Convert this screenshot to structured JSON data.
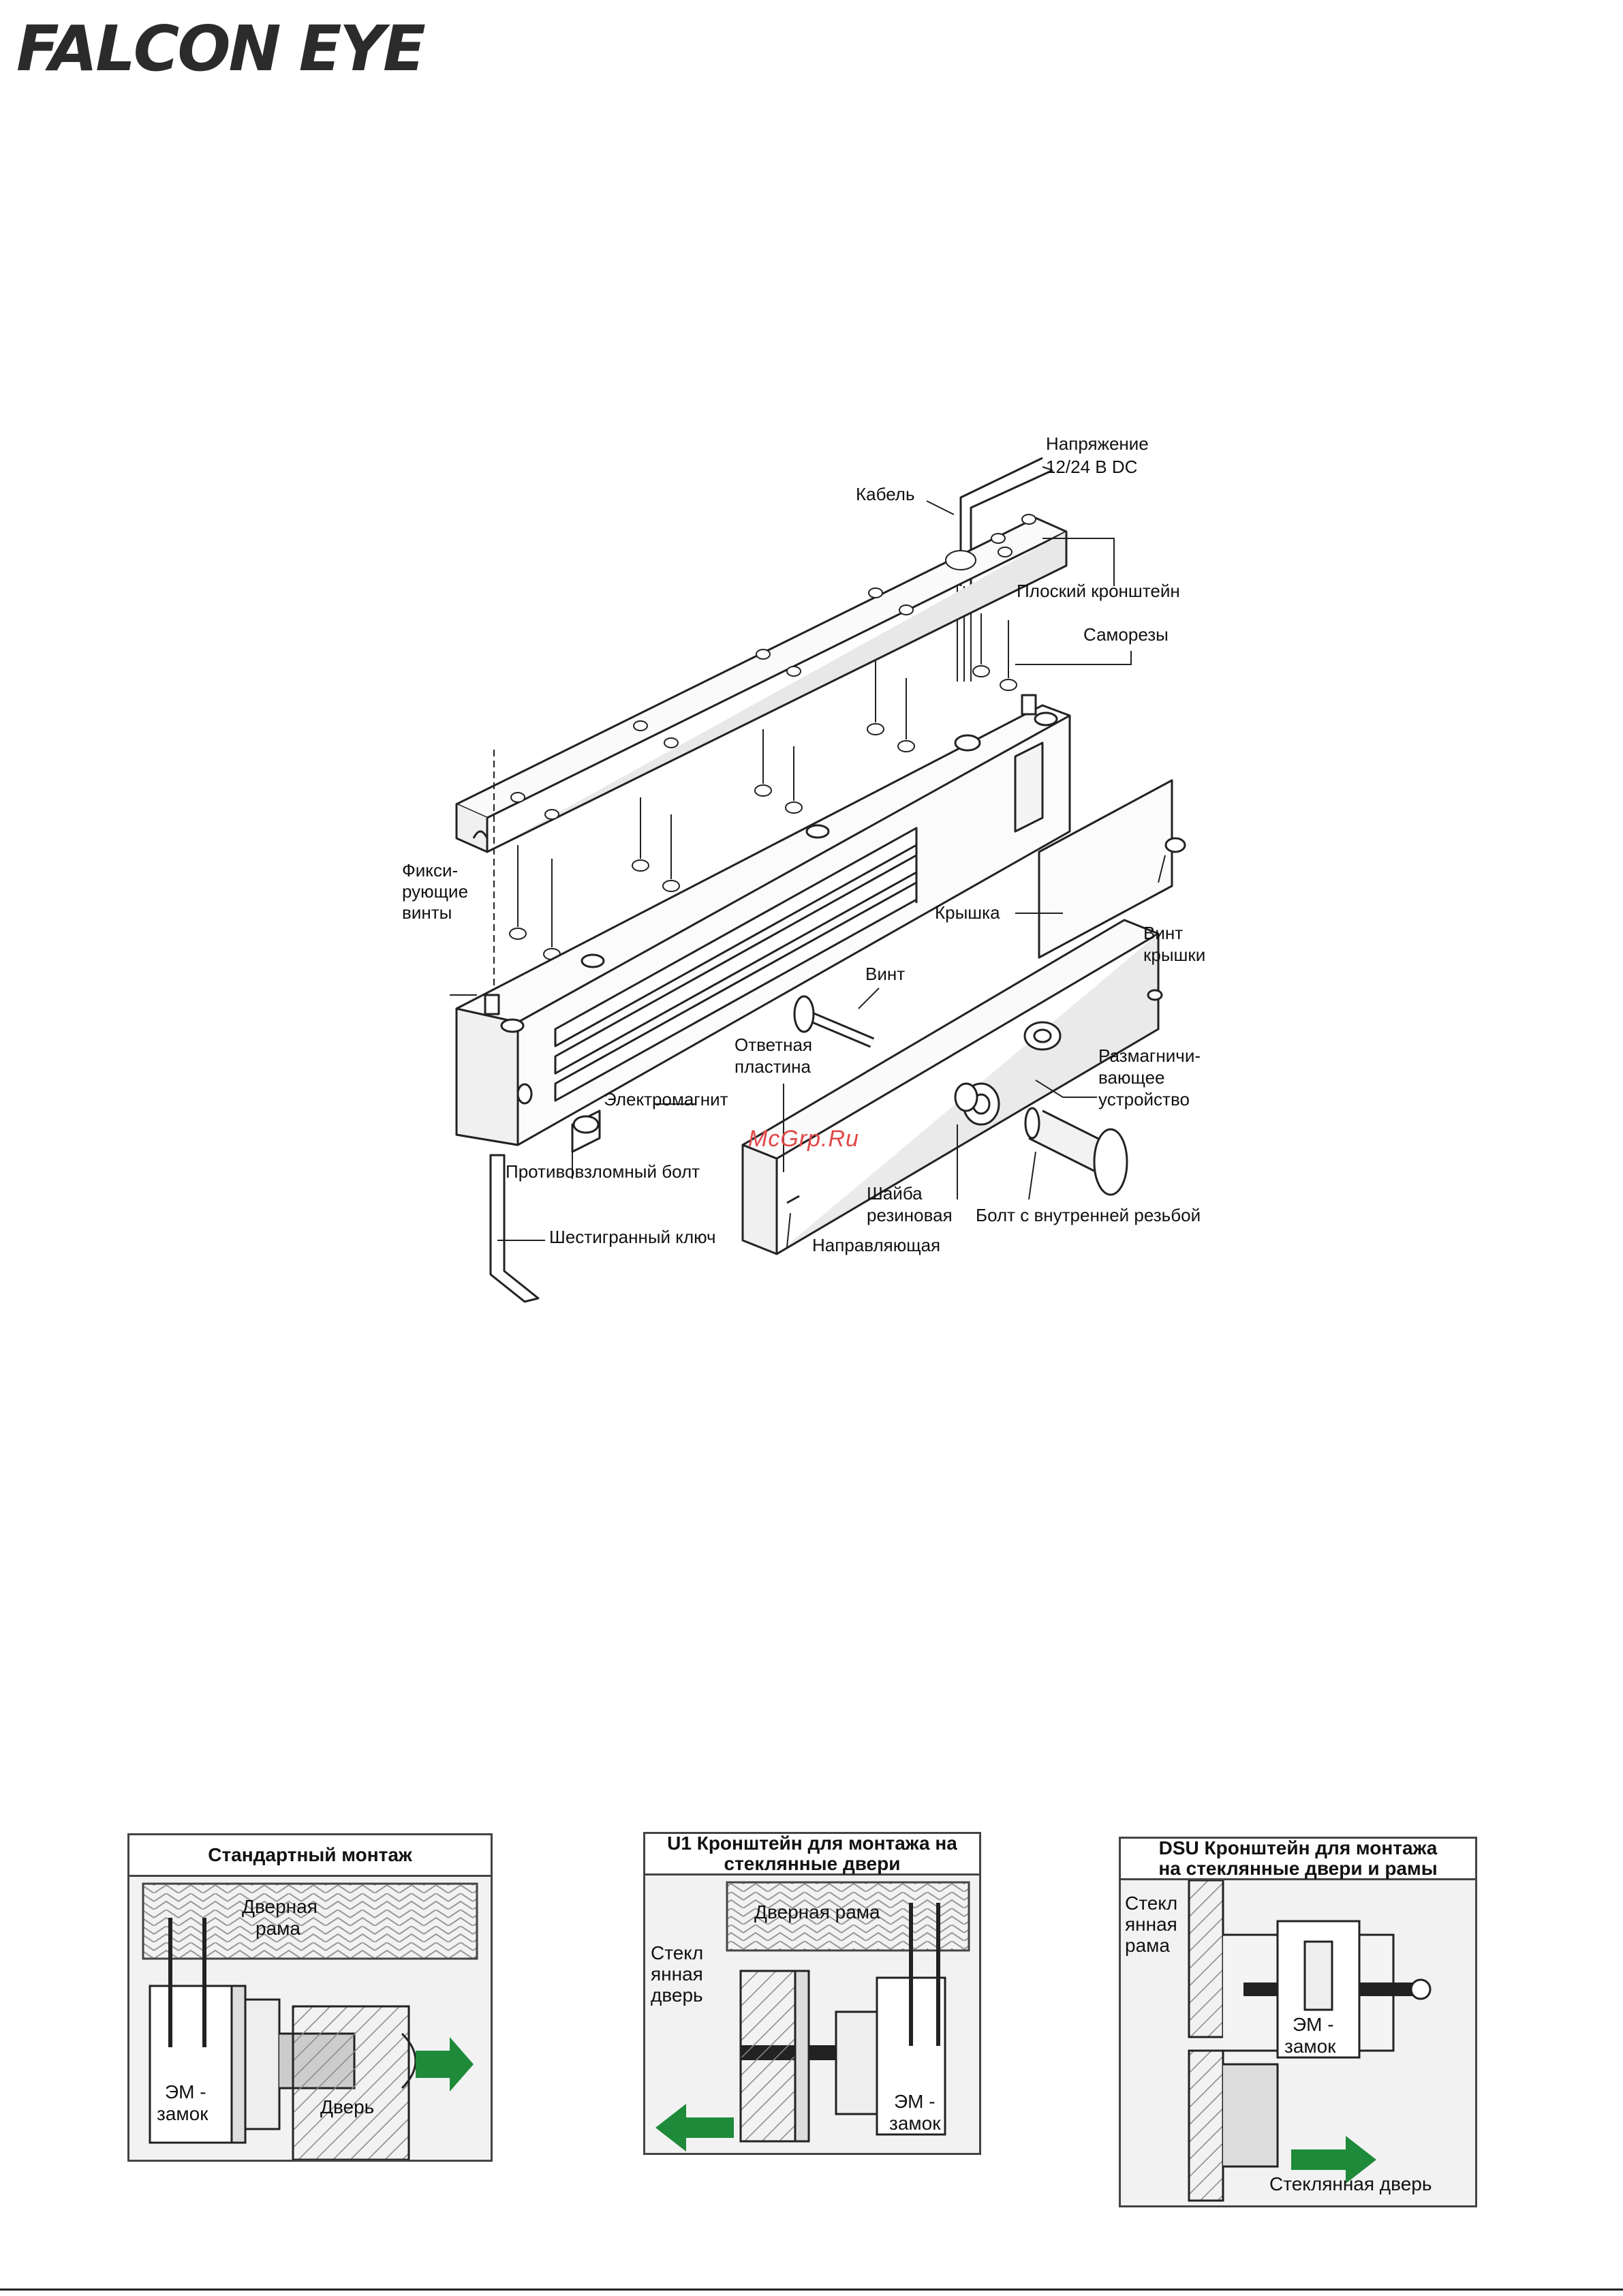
{
  "brand": {
    "logo_text": "FALCON EYE"
  },
  "watermark": "McGrp.Ru",
  "exploded_view": {
    "labels": {
      "voltage_line1": "Напряжение",
      "voltage_line2": "12/24 В DC",
      "cable": "Кабель",
      "flat_bracket": "Плоский кронштейн",
      "self_tapping_screws": "Саморезы",
      "fixing_screws_line1": "Фикси-",
      "fixing_screws_line2": "рующие",
      "fixing_screws_line3": "винты",
      "cover": "Крышка",
      "cover_screw_line1": "Винт",
      "cover_screw_line2": "крышки",
      "screw": "Винт",
      "armature_plate_line1": "Ответная",
      "armature_plate_line2": "пластина",
      "electromagnet": "Электромагнит",
      "demagnetizer_line1": "Размагничи-",
      "demagnetizer_line2": "вающее",
      "demagnetizer_line3": "устройство",
      "anti_tamper_bolt": "Противовзломный болт",
      "rubber_washer_line1": "Шайба",
      "rubber_washer_line2": "резиновая",
      "threaded_bolt": "Болт с внутренней резьбой",
      "hex_key": "Шестигранный ключ",
      "guide": "Направляющая"
    }
  },
  "mounting": {
    "standard": {
      "title": "Стандартный монтаж",
      "door_frame_line1": "Дверная",
      "door_frame_line2": "рама",
      "em_lock_line1": "ЭМ -",
      "em_lock_line2": "замок",
      "door": "Дверь"
    },
    "u1": {
      "title_line1": "U1 Кронштейн для монтажа на",
      "title_line2": "стеклянные двери",
      "door_frame": "Дверная рама",
      "glass_door_line1": "Стекл",
      "glass_door_line2": "янная",
      "glass_door_line3": "дверь",
      "em_lock_line1": "ЭМ -",
      "em_lock_line2": "замок"
    },
    "dsu": {
      "title_line1": "DSU Кронштейн для монтажа",
      "title_line2": "на стеклянные двери и рамы",
      "glass_frame_line1": "Стекл",
      "glass_frame_line2": "янная",
      "glass_frame_line3": "рама",
      "em_lock_line1": "ЭМ -",
      "em_lock_line2": "замок",
      "glass_door": "Стеклянная дверь"
    }
  },
  "colors": {
    "arrow_green": "#1e8a3a",
    "line": "#222222",
    "hatch": "#8a8a8a"
  }
}
